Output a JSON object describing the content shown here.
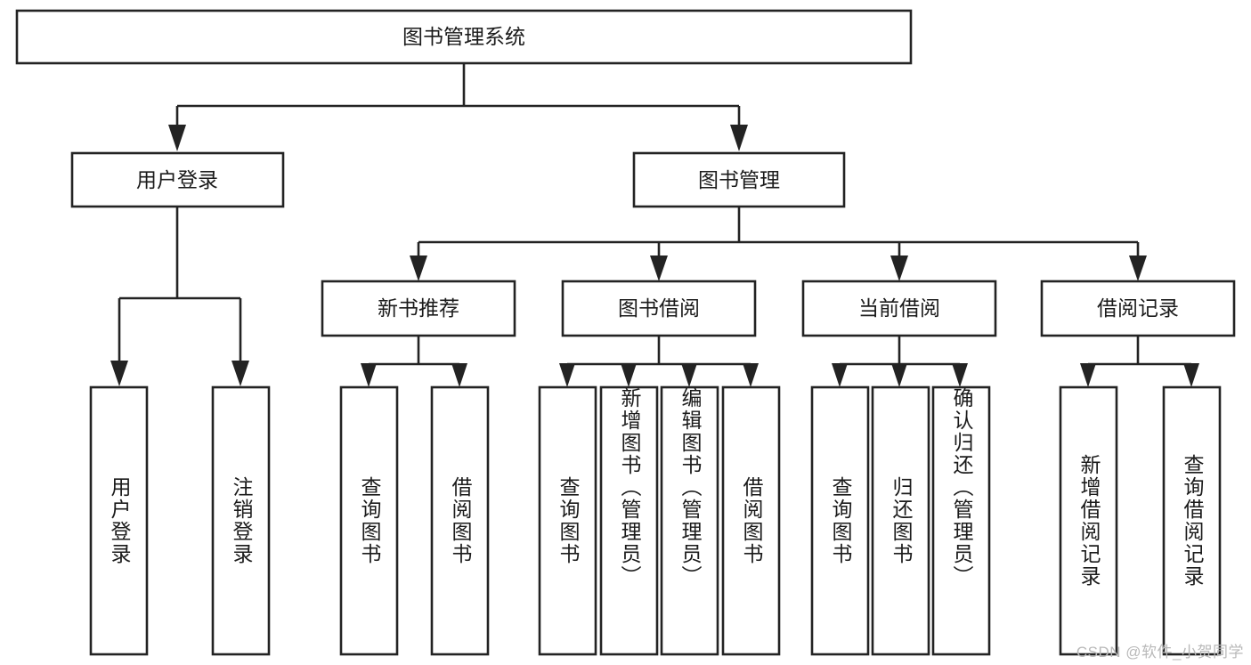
{
  "diagram": {
    "title": "图书管理系统",
    "type": "tree-hierarchy",
    "background_color": "#ffffff",
    "line_color": "#232323",
    "text_color": "#1b1b1b",
    "root": {
      "id": "root",
      "label": "图书管理系统"
    },
    "level2": [
      {
        "id": "user-login",
        "label": "用户登录"
      },
      {
        "id": "book-manage",
        "label": "图书管理"
      }
    ],
    "level3": [
      {
        "id": "new-book-recommend",
        "label": "新书推荐",
        "parent": "book-manage"
      },
      {
        "id": "book-borrow",
        "label": "图书借阅",
        "parent": "book-manage"
      },
      {
        "id": "current-borrow",
        "label": "当前借阅",
        "parent": "book-manage"
      },
      {
        "id": "borrow-record",
        "label": "借阅记录",
        "parent": "book-manage"
      }
    ],
    "leaves": {
      "user-login": [
        {
          "id": "leaf-user-login",
          "label": "用户登录"
        },
        {
          "id": "leaf-user-logout",
          "label": "注销登录"
        }
      ],
      "new-book-recommend": [
        {
          "id": "leaf-query-book-1",
          "label": "查询图书"
        },
        {
          "id": "leaf-borrow-book-1",
          "label": "借阅图书"
        }
      ],
      "book-borrow": [
        {
          "id": "leaf-query-book-2",
          "label": "查询图书"
        },
        {
          "id": "leaf-add-book",
          "label": "新增图书（管理员）"
        },
        {
          "id": "leaf-edit-book",
          "label": "编辑图书（管理员）"
        },
        {
          "id": "leaf-borrow-book-2",
          "label": "借阅图书"
        }
      ],
      "current-borrow": [
        {
          "id": "leaf-query-book-3",
          "label": "查询图书"
        },
        {
          "id": "leaf-return-book",
          "label": "归还图书"
        },
        {
          "id": "leaf-confirm-return",
          "label": "确认归还（管理员）"
        }
      ],
      "borrow-record": [
        {
          "id": "leaf-add-record",
          "label": "新增借阅记录"
        },
        {
          "id": "leaf-query-record",
          "label": "查询借阅记录"
        }
      ]
    }
  },
  "watermark": {
    "text": "CSDN @软件_小贺同学"
  }
}
